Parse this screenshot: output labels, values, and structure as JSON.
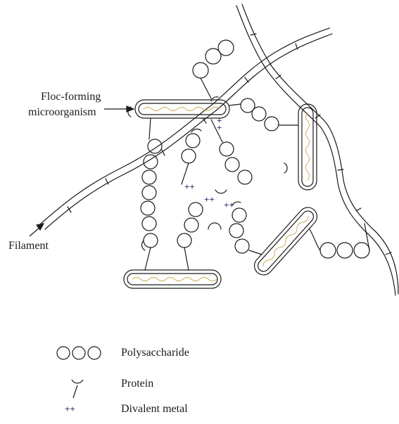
{
  "labels": {
    "floc_former_line1": "Floc-forming",
    "floc_former_line2": "microorganism",
    "filament": "Filament"
  },
  "legend": {
    "polysaccharide": "Polysaccharide",
    "protein": "Protein",
    "divalent_metal": "Divalent metal",
    "divalent_metal_symbol": "++"
  },
  "colors": {
    "ink": "#1a1a1a",
    "cell_wall_tint": "#c9a94a",
    "metal_ion": "#3a2a6a"
  }
}
